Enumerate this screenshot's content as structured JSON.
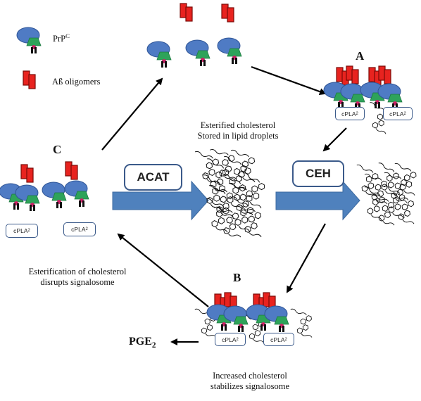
{
  "legend": {
    "prp_text": "PrP",
    "prp_sup": "C",
    "abeta_text": "Aß oligomers"
  },
  "state_labels": {
    "a": "A",
    "b": "B",
    "c": "C"
  },
  "enzymes": {
    "acat": "ACAT",
    "ceh": "CEH"
  },
  "captions": {
    "esterified_line1": "Esterified cholesterol",
    "esterified_line2": "Stored in lipid droplets",
    "esterification_line1": "Esterification of cholesterol",
    "esterification_line2": "disrupts signalosome",
    "increased_line1": "Increased cholesterol",
    "increased_line2": "stabilizes signalosome"
  },
  "cpla": {
    "text": "cPLA",
    "sub": "2"
  },
  "pge": {
    "text": "PGE",
    "sub": "2"
  },
  "colors": {
    "prp_body": "#4f7bc4",
    "prp_edge": "#2f5597",
    "green": "#2ea35a",
    "anchor": "#8a1f3d",
    "abeta_red": "#e8231f",
    "abeta_dark": "#7a0a08",
    "big_arrow": "#4f81bd",
    "box_border": "#3b5a8a"
  }
}
